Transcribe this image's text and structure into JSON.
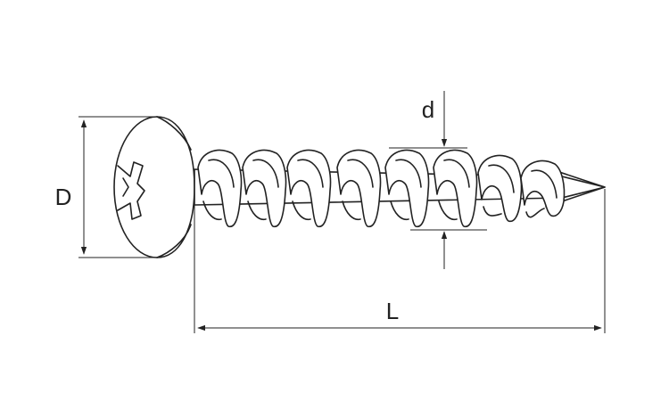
{
  "labels": {
    "head_diameter": "D",
    "thread_diameter": "d",
    "length": "L"
  },
  "colors": {
    "line": "#222222",
    "background": "#ffffff"
  }
}
